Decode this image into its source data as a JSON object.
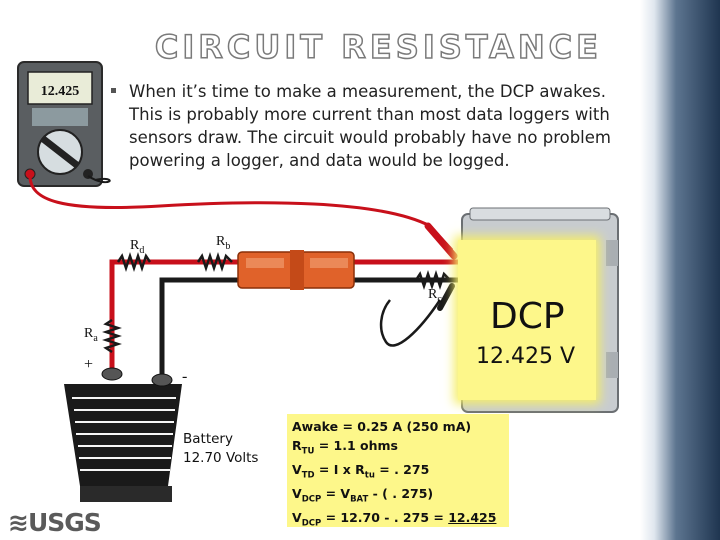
{
  "slide": {
    "title": "CIRCUIT RESISTANCE",
    "bullet_text": "When it’s time to make a measurement, the DCP awakes. This is probably more current than most data loggers with sensors draw. The circuit would probably have no problem powering a logger, and data would be logged."
  },
  "meter": {
    "reading": "12.425"
  },
  "resistors": {
    "rd": {
      "base": "R",
      "sub": "d"
    },
    "rb": {
      "base": "R",
      "sub": "b"
    },
    "rc": {
      "base": "R",
      "sub": "c"
    },
    "ra": {
      "base": "R",
      "sub": "a"
    }
  },
  "battery": {
    "plus": "+",
    "minus": "-",
    "line1": "Battery",
    "line2": "12.70 Volts"
  },
  "dcp": {
    "title": "DCP",
    "voltage": "12.425 V"
  },
  "calc": {
    "line1": "Awake  = 0.25 A (250 mA)",
    "line2": {
      "a": "R",
      "sub": "TU",
      "b": " = 1.1 ohms"
    },
    "line3": {
      "a": "V",
      "sub": "TD",
      "b": " = I x R",
      "sub2": "tu",
      "c": " = . 275"
    },
    "line4": {
      "a": "V",
      "sub": "DCP",
      "b": " = V",
      "sub2": "BAT",
      "c": " - ( . 275)"
    },
    "line5": {
      "a": "V",
      "sub": "DCP",
      "b": " = 12.70 - . 275 = ",
      "result": "12.425"
    }
  },
  "logo": {
    "text": "≋USGS"
  },
  "colors": {
    "wire_red": "#c8101b",
    "wire_black": "#1a1a1a",
    "highlight": "#fdf78a",
    "connector": "#e0622a"
  }
}
